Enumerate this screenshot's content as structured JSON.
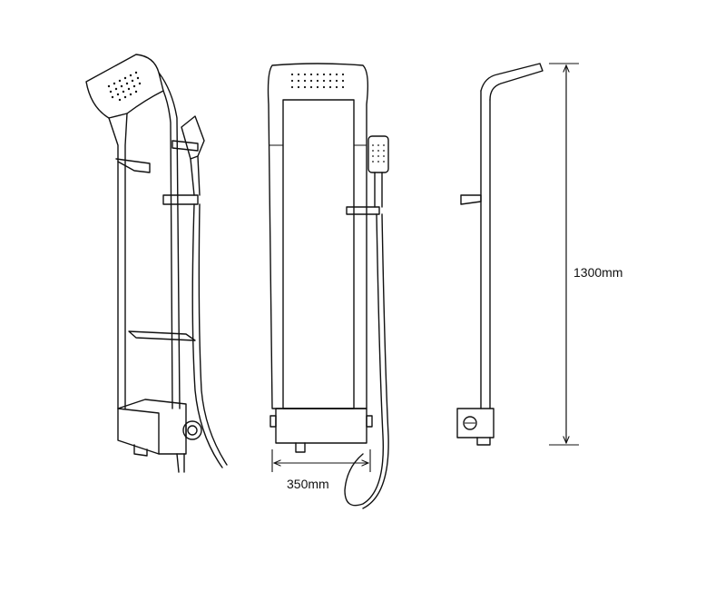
{
  "dimensions": {
    "width_label": "350mm",
    "height_label": "1300mm"
  },
  "views": {
    "perspective": "perspective-view",
    "front": "front-view",
    "side": "side-view"
  },
  "colors": {
    "line": "#111111",
    "background": "#ffffff"
  }
}
